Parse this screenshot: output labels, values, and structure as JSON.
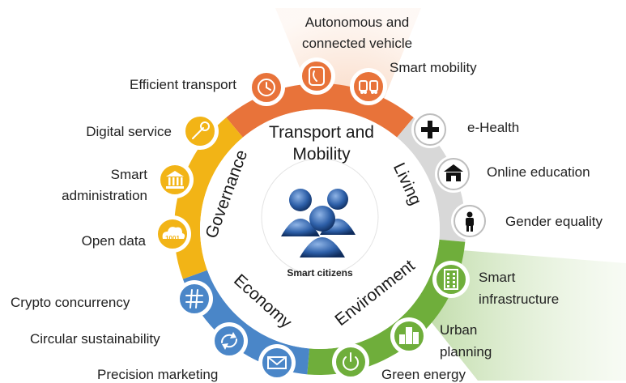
{
  "center_label": "Smart citizens",
  "sectors": {
    "transport": {
      "title_line1": "Transport and",
      "title_line2": "Mobility",
      "color": "#e8733a"
    },
    "living": {
      "title": "Living",
      "color": "#d8d8d8"
    },
    "environment": {
      "title": "Environment",
      "color": "#6fae3b"
    },
    "economy": {
      "title": "Economy",
      "color": "#4a86c8"
    },
    "governance": {
      "title": "Governance",
      "color": "#f2b416"
    }
  },
  "labels": {
    "autonomous_line1": "Autonomous and",
    "autonomous_line2": "connected vehicle",
    "smart_mobility": "Smart mobility",
    "efficient_transport": "Efficient transport",
    "digital_service": "Digital service",
    "smart_admin_line1": "Smart",
    "smart_admin_line2": "administration",
    "open_data": "Open data",
    "open_data_badge": "1001",
    "ehealth": "e-Health",
    "online_education": "Online education",
    "gender_equality": "Gender equality",
    "smart_infra_line1": "Smart",
    "smart_infra_line2": "infrastructure",
    "urban_line1": "Urban",
    "urban_line2": "planning",
    "green_energy": "Green energy",
    "crypto": "Crypto concurrency",
    "circular": "Circular sustainability",
    "precision": "Precision marketing"
  },
  "icons": {
    "clock": "clock-icon",
    "phone": "phone-icon",
    "car": "car-icon",
    "wrench": "wrench-icon",
    "bank": "bank-icon",
    "cloud": "cloud-data-icon",
    "plus": "medical-plus-icon",
    "school": "school-icon",
    "person": "person-icon",
    "building": "building-icon",
    "city": "city-icon",
    "power": "power-icon",
    "hash": "hash-icon",
    "refresh": "recycle-icon",
    "mail": "mail-icon"
  }
}
